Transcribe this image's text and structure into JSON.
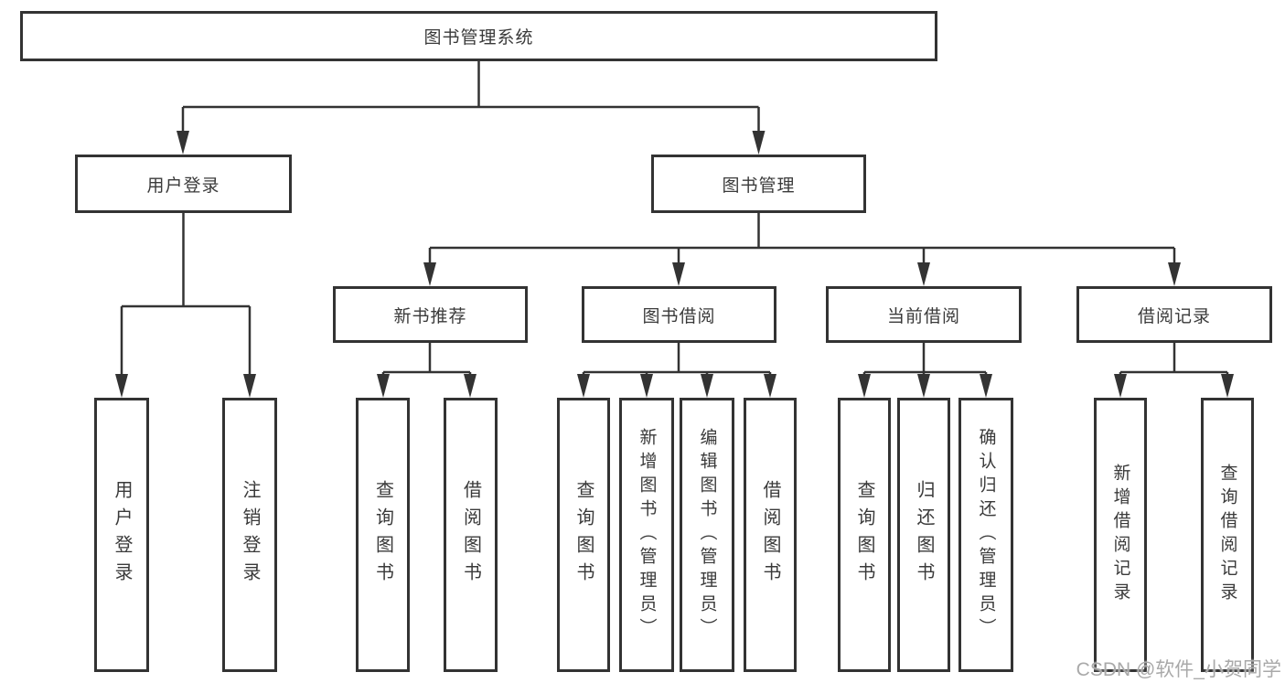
{
  "tree": {
    "label": "图书管理系统",
    "children": [
      {
        "label": "用户登录",
        "children": [
          {
            "label": "用户登录"
          },
          {
            "label": "注销登录"
          }
        ]
      },
      {
        "label": "图书管理",
        "children": [
          {
            "label": "新书推荐",
            "children": [
              {
                "label": "查询图书"
              },
              {
                "label": "借阅图书"
              }
            ]
          },
          {
            "label": "图书借阅",
            "children": [
              {
                "label": "查询图书"
              },
              {
                "label": "新增图书（管理员）"
              },
              {
                "label": "编辑图书（管理员）"
              },
              {
                "label": "借阅图书"
              }
            ]
          },
          {
            "label": "当前借阅",
            "children": [
              {
                "label": "查询图书"
              },
              {
                "label": "归还图书"
              },
              {
                "label": "确认归还（管理员）"
              }
            ]
          },
          {
            "label": "借阅记录",
            "children": [
              {
                "label": "新增借阅记录"
              },
              {
                "label": "查询借阅记录"
              }
            ]
          }
        ]
      }
    ]
  },
  "watermark": {
    "text": "CSDN @软件_小贺同学"
  },
  "colors": {
    "line": "#333333",
    "box_border": "#333333",
    "box_fill": "#ffffff",
    "text": "#3a3a3a",
    "watermark": "#a9a9a9",
    "background": "#ffffff"
  }
}
